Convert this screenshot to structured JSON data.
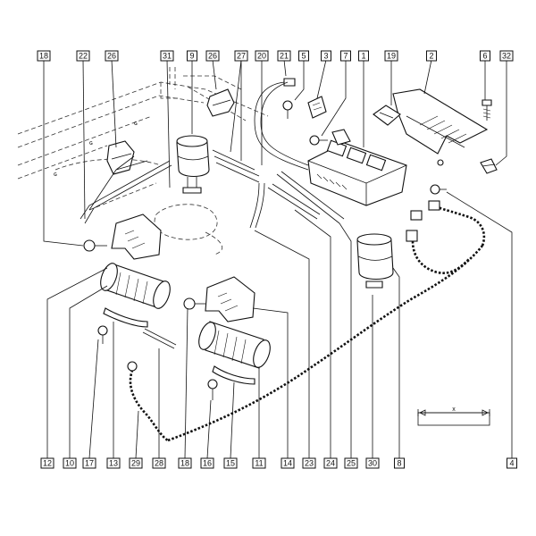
{
  "callouts_top": [
    "18",
    "22",
    "26",
    "31",
    "9",
    "26",
    "27",
    "20",
    "21",
    "5",
    "3",
    "7",
    "1",
    "19",
    "2",
    "6",
    "32"
  ],
  "callouts_bottom": [
    "12",
    "10",
    "17",
    "13",
    "29",
    "28",
    "18",
    "16",
    "15",
    "11",
    "14",
    "23",
    "24",
    "25",
    "30",
    "8",
    "4"
  ],
  "dimension": {
    "label": "x"
  }
}
